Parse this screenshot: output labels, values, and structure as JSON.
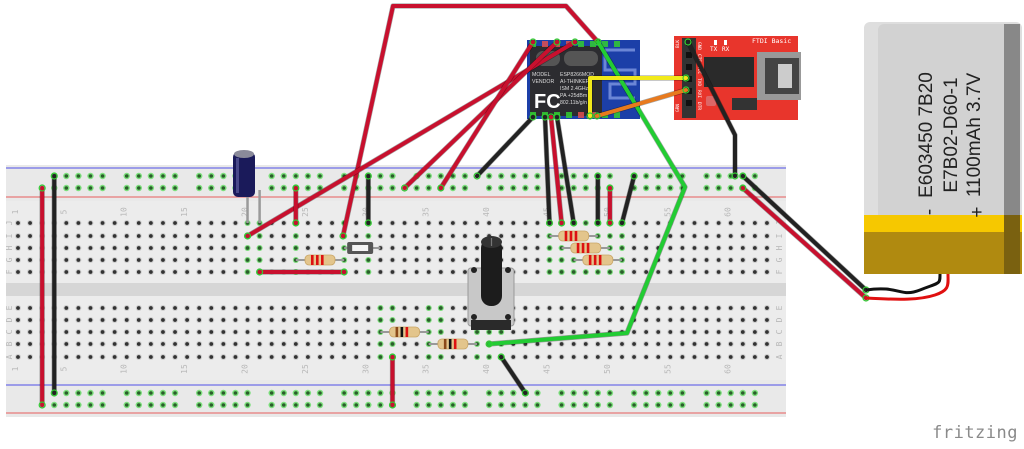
{
  "breadboard": {
    "columns": 63,
    "column_labels": [
      "1",
      "5",
      "10",
      "15",
      "20",
      "25",
      "30",
      "35",
      "40",
      "45",
      "50",
      "55",
      "60"
    ],
    "row_labels_top": [
      "J",
      "I",
      "H",
      "G",
      "F"
    ],
    "row_labels_bottom": [
      "E",
      "D",
      "C",
      "B",
      "A"
    ]
  },
  "esp8266": {
    "model_label": "MODEL",
    "vendor_label": "VENDOR",
    "line1": "ESP8266MOD",
    "line2": "AI-THINKER",
    "line3": "ISM 2.4GHz",
    "line4": "PA +25dBm",
    "line5": "802.11b/g/n",
    "logo": "FC"
  },
  "ftdi": {
    "title": "FTDI Basic",
    "tx": "TX",
    "rx": "RX",
    "side_top": "BLK",
    "side_bottom": "GRN",
    "pins": [
      "GND",
      "CTS",
      "VCC",
      "TXO",
      "RXI",
      "DTR"
    ]
  },
  "battery": {
    "line1": "E603450 7B20",
    "line2": "E7B02-D60-1",
    "line3": "1100mAh 3.7V",
    "minus": "-",
    "plus": "+"
  },
  "brand": "fritzing",
  "colors": {
    "red_wire": "#c8102e",
    "black_wire": "#222222",
    "green_wire": "#22cc33",
    "yellow_wire": "#f2ea1a",
    "orange_wire": "#e87a1e",
    "esp_blue": "#1c3fa8",
    "ftdi_red": "#e8352c",
    "battery_yellow": "#f6c800",
    "battery_tan": "#b08a10"
  }
}
